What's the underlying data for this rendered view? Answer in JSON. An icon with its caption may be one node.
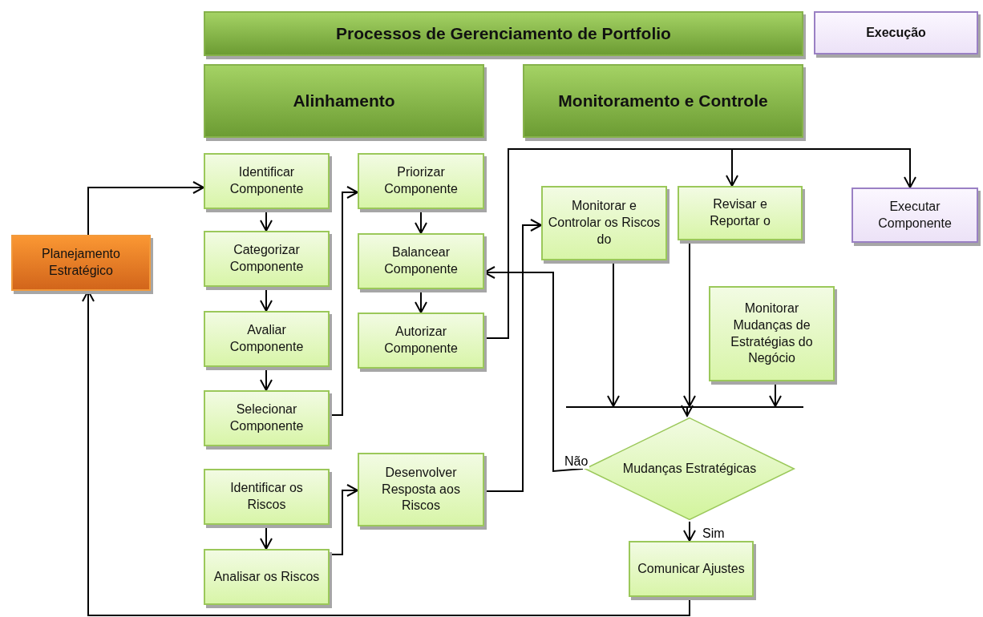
{
  "diagram": {
    "nodes": [
      {
        "text": [
          "Processos de Gerenciamento de Portfolio"
        ]
      },
      {
        "text": [
          "Execução"
        ]
      },
      {
        "text": [
          "Alinhamento"
        ]
      },
      {
        "text": [
          "Monitoramento e Controle"
        ]
      },
      {
        "text": [
          "Planejamento Estratégico"
        ]
      },
      {
        "text": [
          "Identificar Componente"
        ]
      },
      {
        "text": [
          "Categorizar Componente"
        ]
      },
      {
        "text": [
          "Avaliar Componente"
        ]
      },
      {
        "text": [
          "Selecionar Componente"
        ]
      },
      {
        "text": [
          "Identificar os Riscos"
        ]
      },
      {
        "text": [
          "Analisar os Riscos"
        ]
      },
      {
        "text": [
          "Priorizar Componente"
        ]
      },
      {
        "text": [
          "Balancear Componente"
        ]
      },
      {
        "text": [
          "Autorizar Componente"
        ]
      },
      {
        "text": [
          "Desenvolver Resposta aos Riscos"
        ]
      },
      {
        "text": [
          "Monitorar e Controlar os Riscos do"
        ]
      },
      {
        "text": [
          "Revisar e Reportar o"
        ]
      },
      {
        "text": [
          "Executar Componente"
        ]
      },
      {
        "text": [
          "Monitorar Mudanças de Estratégias do Negócio"
        ]
      },
      {
        "text": [],
        "shape": "bar"
      },
      {
        "text": [
          "Mudanças Estratégicas"
        ]
      },
      {
        "text": [
          "Comunicar Ajustes"
        ]
      }
    ],
    "edges": [
      {
        "from": 4,
        "to": 5,
        "arrow": "to"
      },
      {
        "from": 5,
        "to": 6,
        "arrow": "to"
      },
      {
        "from": 6,
        "to": 7,
        "arrow": "to"
      },
      {
        "from": 7,
        "to": 8,
        "arrow": "to"
      },
      {
        "from": 8,
        "to": 11,
        "arrow": "to"
      },
      {
        "from": 9,
        "to": 10,
        "arrow": "to"
      },
      {
        "from": 10,
        "to": 14,
        "arrow": "to"
      },
      {
        "from": 11,
        "to": 12,
        "arrow": "to"
      },
      {
        "from": 12,
        "to": 13,
        "arrow": "to"
      },
      {
        "from": 13,
        "to": 16,
        "arrow": "to"
      },
      {
        "from": 13,
        "to": 17,
        "arrow": "to"
      },
      {
        "from": 14,
        "to": 15,
        "arrow": "to"
      },
      {
        "from": 15,
        "to": 19,
        "arrow": "to"
      },
      {
        "from": 16,
        "to": 19,
        "arrow": "to"
      },
      {
        "from": 18,
        "to": 19,
        "arrow": "to"
      },
      {
        "from": 19,
        "to": 20,
        "arrow": "to"
      },
      {
        "from": 20,
        "to": 12,
        "arrow": "to",
        "label": "Não"
      },
      {
        "from": 20,
        "to": 21,
        "arrow": "to",
        "label": "Sim"
      },
      {
        "from": 21,
        "to": 4,
        "arrow": "to"
      }
    ]
  }
}
